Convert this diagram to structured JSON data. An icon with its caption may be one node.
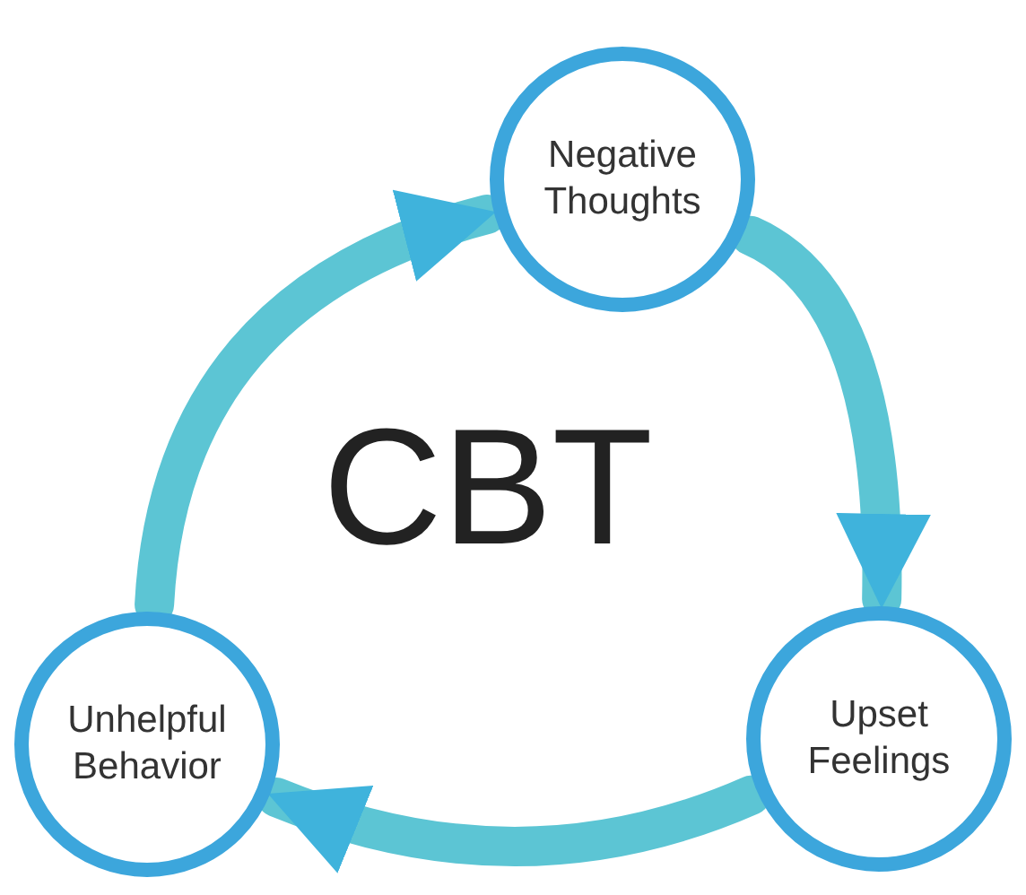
{
  "diagram": {
    "nodes": [
      {
        "text": [
          "Negative Thoughts"
        ]
      },
      {
        "text": [
          "Upset Feelings"
        ]
      },
      {
        "text": [
          "Unhelpful Behavior"
        ]
      }
    ],
    "edges": [
      {
        "from": 0,
        "to": 1,
        "arrow": "to"
      },
      {
        "from": 1,
        "to": 2,
        "arrow": "to"
      },
      {
        "from": 2,
        "to": 0,
        "arrow": "to"
      }
    ],
    "labels": [
      "CBT"
    ]
  }
}
